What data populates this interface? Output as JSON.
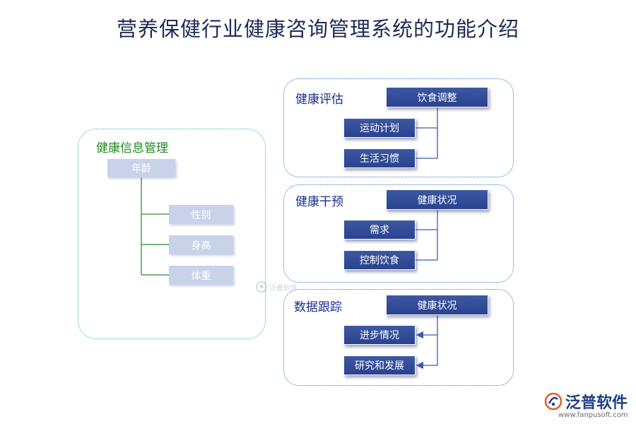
{
  "title": "营养保健行业健康咨询管理系统的功能介绍",
  "health_info": {
    "heading": "健康信息管理",
    "root": "年龄",
    "children": [
      "性别",
      "身高",
      "体重"
    ]
  },
  "health_eval": {
    "heading": "健康评估",
    "top": "饮食调整",
    "items": [
      "运动计划",
      "生活习惯"
    ]
  },
  "health_intervention": {
    "heading": "健康干预",
    "top": "健康状况",
    "items": [
      "需求",
      "控制饮食"
    ]
  },
  "data_tracking": {
    "heading": "数据跟踪",
    "top": "健康状况",
    "items": [
      "进步情况",
      "研究和发展"
    ]
  },
  "watermark": {
    "center_text": "泛普软件",
    "logo_text": "泛普软件",
    "url": "www.fanpusoft.com",
    "logo_icon": "fanpu-logo-icon"
  },
  "colors": {
    "title": "#1d2b57",
    "dark_box": "#2f4a98",
    "light_box": "#c8d3ea",
    "green_heading": "#1e8a1e",
    "blue_heading": "#1a2f8f"
  }
}
